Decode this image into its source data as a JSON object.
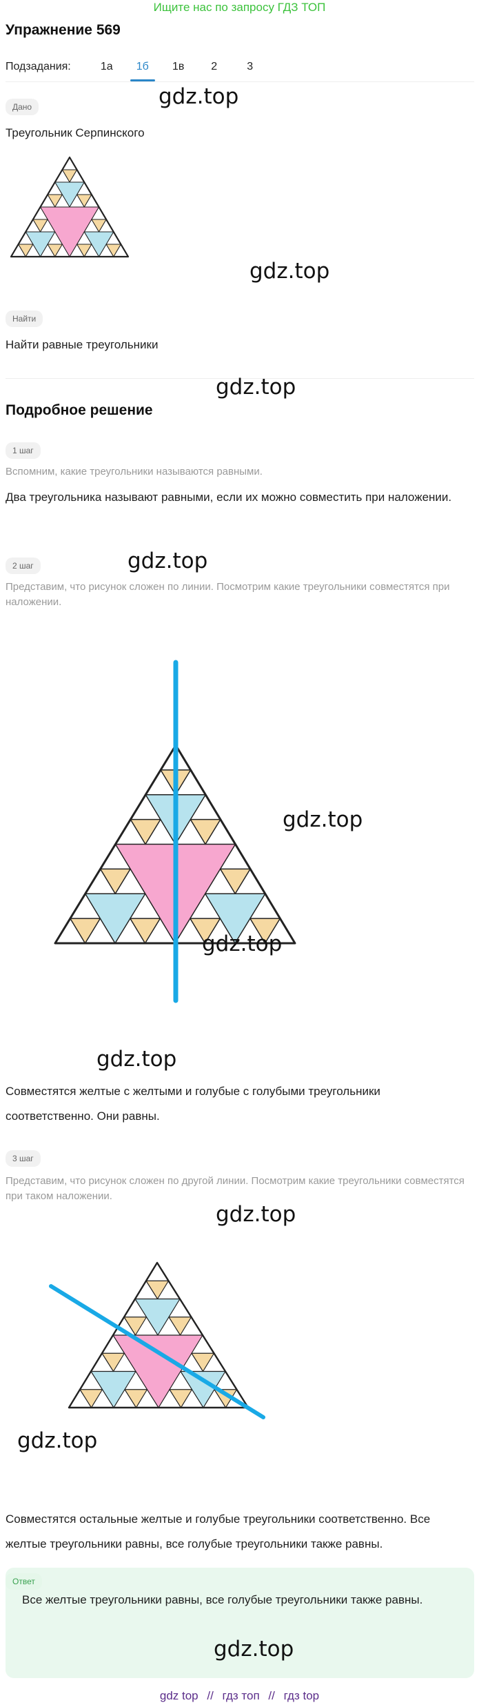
{
  "banner": "Ищите нас по запросу ГДЗ ТОП",
  "title": "Упражнение 569",
  "subtasks": {
    "label": "Подзадания:",
    "tabs": [
      "1а",
      "1б",
      "1в",
      "2",
      "3"
    ],
    "active": "1б"
  },
  "given": {
    "chip": "Дано",
    "text": "Треугольник Серпинского"
  },
  "find": {
    "chip": "Найти",
    "text": "Найти равные треугольники"
  },
  "solution": {
    "title": "Подробное решение",
    "steps": [
      {
        "chip": "1 шаг",
        "hint": "Вспомним, какие треугольники называются равными.",
        "text": "Два треугольника называют равными, если их можно совместить при наложении."
      },
      {
        "chip": "2 шаг",
        "hint": "Представим, что рисунок сложен по линии. Посмотрим какие треугольники совместятся при наложении.",
        "text": "Совместятся желтые с желтыми и голубые с голубыми треугольники соответственно. Они равны."
      },
      {
        "chip": "3 шаг",
        "hint": "Представим, что рисунок сложен по другой линии. Посмотрим какие треугольники совместятся при таком наложении.",
        "text": "Совместятся остальные желтые и голубые треугольники соответственно. Все желтые треугольники равны, все голубые треугольники также равны."
      }
    ]
  },
  "answer": {
    "chip": "Ответ",
    "text": "Все желтые треугольники равны, все голубые треугольники также равны."
  },
  "watermark": "gdz.top",
  "footer": [
    "gdz top",
    "//",
    "гдз топ",
    "//",
    "гдз top"
  ],
  "colors": {
    "pink": "#f7a7cf",
    "blue": "#b7e3ee",
    "yellow": "#f6d9a2",
    "outline": "#222222",
    "fold_line": "#19a9e6",
    "accent": "#2a86c8",
    "answer_bg": "#e9f8ee"
  }
}
